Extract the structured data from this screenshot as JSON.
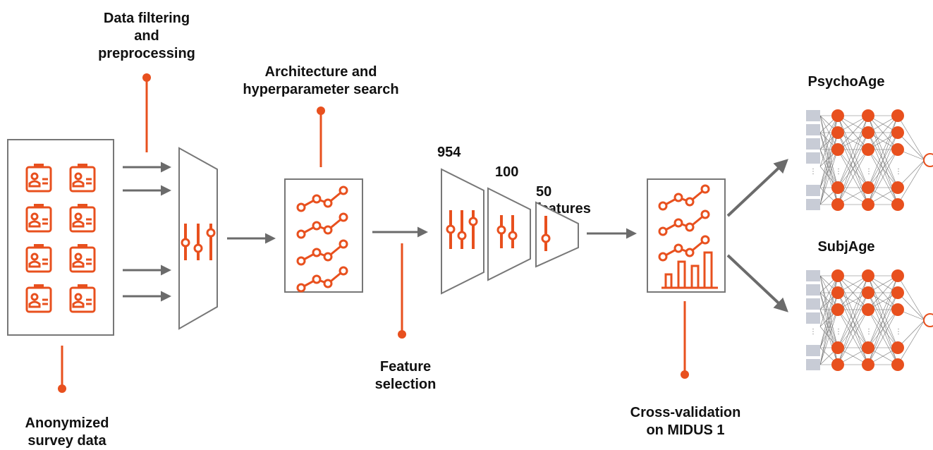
{
  "labels": {
    "data_filtering": "Data filtering\nand\npreprocessing",
    "arch_search": "Architecture and\nhyperparameter search",
    "feature_selection": "Feature\nselection",
    "count_954": "954",
    "count_100": "100",
    "count_50": "50\nfeatures",
    "cross_validation": "Cross-validation\non MIDUS 1",
    "anonymized": "Anonymized\nsurvey data",
    "psychoage": "PsychoAge",
    "subjage": "SubjAge"
  },
  "colors": {
    "accent": "#E8501E",
    "frame": "#777777",
    "arrow": "#6b6b6b",
    "input_node": "#c8ccd6"
  },
  "icons": {
    "profile_card": "id-card-icon",
    "sliders": "sliders-icon",
    "trend_lines": "trend-line-icon",
    "bar_chart": "bar-chart-icon",
    "network": "neural-network-icon"
  }
}
